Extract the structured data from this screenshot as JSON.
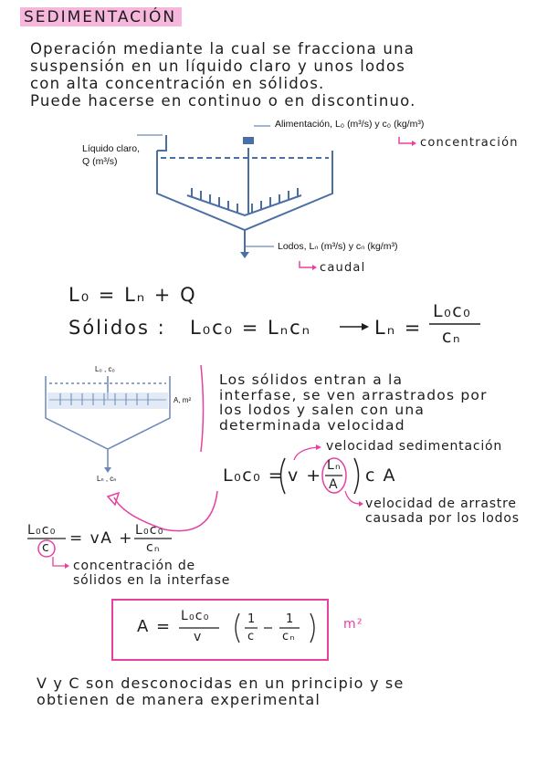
{
  "title": "SEDIMENTACIÓN",
  "intro": [
    "Operación mediante la cual se fracciona una",
    "suspensión en un líquido claro y unos lodos",
    "con alta concentración en sólidos.",
    "Puede hacerse en continuo o en discontinuo."
  ],
  "diagram1": {
    "feed_label": "Alimentación, L₀ (m³/s) y c₀ (kg/m³)",
    "feed_note": "concentración",
    "liquid_label_1": "Líquido claro,",
    "liquid_label_2": "Q (m³/s)",
    "sludge_label": "Lodos, Lₙ (m³/s) y cₙ (kg/m³)",
    "sludge_note": "caudal"
  },
  "equations": {
    "balance": "L₀ = Lₙ + Q",
    "solids_prefix": "Sólidos :",
    "solids_middle": "L₀c₀ = Lₙcₙ",
    "ln_lhs": "Lₙ =",
    "ln_num": "L₀c₀",
    "ln_den": "cₙ"
  },
  "diagram2": {
    "top_label": "L₀ , c₀",
    "area_label": "A, m²",
    "bottom_label": "Lₙ , cₙ"
  },
  "explanation": [
    "Los sólidos entran a la",
    "interfase, se ven arrastrados por",
    "los lodos y salen con una",
    "determinada velocidad"
  ],
  "flux": {
    "lhs": "L₀c₀ =",
    "v": "v +",
    "frac_num": "Lₙ",
    "frac_den": "A",
    "rhs": "c A",
    "note_top": "velocidad sedimentación",
    "note_bottom_1": "velocidad de arrastre",
    "note_bottom_2": "causada por los lodos"
  },
  "rearranged": {
    "num": "L₀c₀",
    "den": "c",
    "mid": "= vA +",
    "num2": "L₀c₀",
    "den2": "cₙ",
    "note_1": "concentración de",
    "note_2": "sólidos en la interfase"
  },
  "result": {
    "lhs": "A =",
    "num": "L₀c₀",
    "den": "v",
    "a_num": "1",
    "a_den": "c",
    "b_num": "1",
    "b_den": "cₙ",
    "units": "m²"
  },
  "conclusion": [
    "V y C son desconocidas en un principio y se",
    "obtienen de manera experimental"
  ],
  "colors": {
    "ink": "#1d1d1d",
    "accent": "#e8409f",
    "diagram": "#4a6fa5"
  }
}
